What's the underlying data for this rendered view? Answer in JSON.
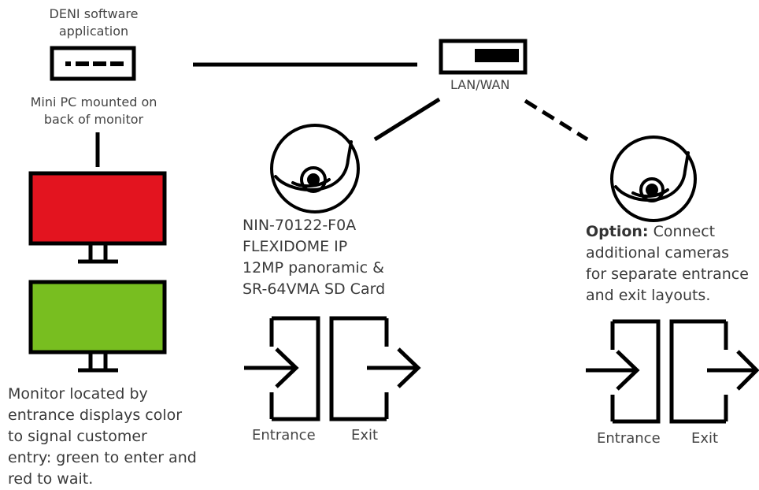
{
  "colors": {
    "stroke": "#000000",
    "monitor_red": "#e3141f",
    "monitor_green": "#78be20",
    "text": "#3a3a3a"
  },
  "software": {
    "title_line1": "DENI software",
    "title_line2": "application",
    "pc_line1": "Mini PC mounted on",
    "pc_line2": "back of monitor"
  },
  "network": {
    "label": "LAN/WAN"
  },
  "monitor_caption": {
    "line1": "Monitor located by",
    "line2": "entrance displays color",
    "line3": "to signal customer",
    "line4": "entry: green to enter and",
    "line5": "red to wait."
  },
  "camera_main": {
    "line1": "NIN-70122-F0A",
    "line2": "FLEXIDOME IP",
    "line3": "12MP panoramic &",
    "line4": "SR-64VMA SD Card"
  },
  "camera_option": {
    "bold_label": "Option:",
    "line1_rest": " Connect",
    "line2": "additional cameras",
    "line3": "for separate entrance",
    "line4": "and exit layouts."
  },
  "doors_main": {
    "entrance": "Entrance",
    "exit": "Exit"
  },
  "doors_option": {
    "entrance": "Entrance",
    "exit": "Exit"
  },
  "icons": [
    "mini-pc-icon",
    "network-switch-icon",
    "monitor-icon",
    "dome-camera-icon",
    "entrance-door-icon",
    "exit-door-icon"
  ]
}
